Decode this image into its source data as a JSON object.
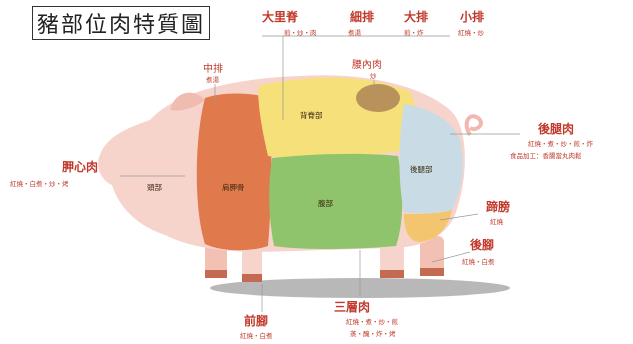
{
  "title": "豬部位肉特質圖",
  "top_cuts": [
    {
      "name": "大里脊",
      "uses": "煎・炒・肉"
    },
    {
      "name": "細排",
      "uses": "煮湯"
    },
    {
      "name": "大排",
      "uses": "煎・炸"
    },
    {
      "name": "小排",
      "uses": "紅燒・炒"
    }
  ],
  "cuts": {
    "tenderloin": {
      "name": "腰內肉",
      "uses": "炒"
    },
    "shoulder_top": {
      "name": "中排",
      "uses": "煮湯"
    },
    "heart": {
      "name": "胛心肉",
      "uses": "紅燒・白煮・炒・烤"
    },
    "hind_leg": {
      "name": "後腿肉",
      "uses": "紅燒・煮・炒・煎・炸",
      "note": "食品加工：香腸當丸肉鬆"
    },
    "ham_hock": {
      "name": "蹄膀",
      "uses": "紅燒"
    },
    "hind_foot": {
      "name": "後腳",
      "uses": "紅燒・白煮"
    },
    "belly": {
      "name": "三層肉",
      "uses": "紅燒・煮・炒・煎",
      "uses2": "蒸・醃・炸・烤"
    },
    "front_foot": {
      "name": "前腳",
      "uses": "紅燒・白煮"
    }
  },
  "regions": {
    "head": "頭部",
    "shoulder": "肩胛骨",
    "loin": "背脊部",
    "belly": "腹部",
    "hind": "後腿部"
  },
  "colors": {
    "body": "#f6d4cc",
    "shoulder": "#e07a4c",
    "loin": "#f5e07a",
    "tenderloin": "#b8925a",
    "belly": "#8fc46c",
    "hind": "#c9dbe4",
    "hock": "#f2c56e",
    "label": "#c0392b",
    "shadow": "#9a9a9a"
  }
}
